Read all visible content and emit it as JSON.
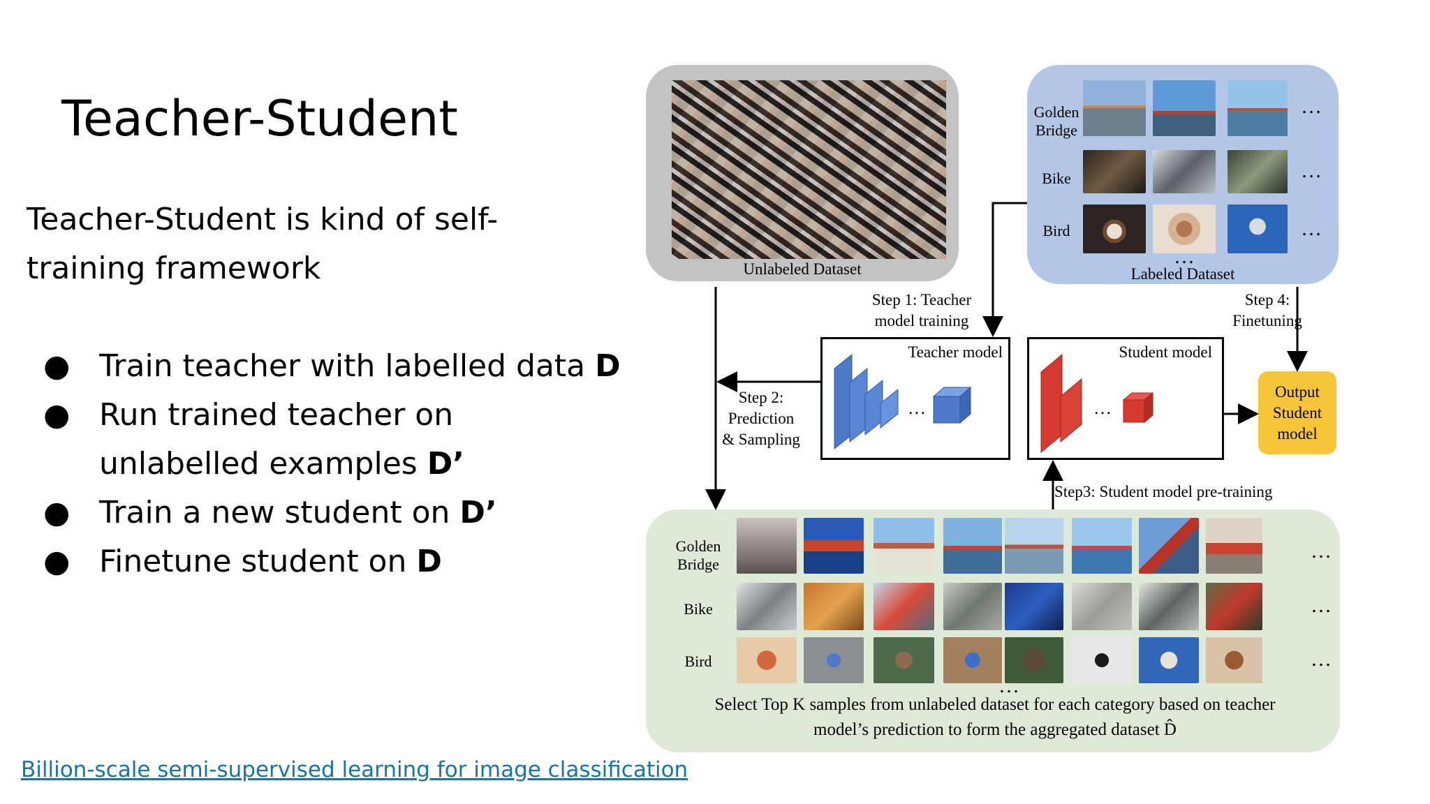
{
  "slide": {
    "title": "Teacher-Student",
    "intro": "Teacher-Student is kind of self-training framework",
    "bullets": [
      {
        "text": "Train teacher with labelled data ",
        "bold": "D"
      },
      {
        "text": "Run trained teacher on unlabelled examples ",
        "bold": "D’"
      },
      {
        "text": "Train a new student on ",
        "bold": "D’"
      },
      {
        "text": "Finetune student on ",
        "bold": "D"
      }
    ],
    "bullet_glyph": "●",
    "reference_link": "Billion-scale semi-supervised learning for image classification"
  },
  "diagram": {
    "unlabeled_caption": "Unlabeled Dataset",
    "labeled_caption": "Labeled Dataset",
    "labeled_rows": [
      {
        "label_line1": "Golden",
        "label_line2": "Bridge",
        "category": "golden-bridge"
      },
      {
        "label_line1": "Bike",
        "label_line2": "",
        "category": "bike"
      },
      {
        "label_line1": "Bird",
        "label_line2": "",
        "category": "bird"
      }
    ],
    "ellipsis": "…",
    "vertical_ellipsis": "…",
    "step1": {
      "line1": "Step 1: Teacher",
      "line2": "model training"
    },
    "step2": {
      "line1": "Step 2:",
      "line2": "Prediction",
      "line3": "& Sampling"
    },
    "step3": "Step3: Student model pre-training",
    "step4": {
      "line1": "Step 4:",
      "line2": "Finetuning"
    },
    "teacher_label": "Teacher model",
    "student_label": "Student model",
    "output": {
      "line1": "Output",
      "line2": "Student",
      "line3": "model"
    },
    "footnote_line1": "Select Top K samples from unlabeled dataset for each category based on teacher",
    "footnote_line2": "model’s prediction to form the aggregated dataset D̂",
    "colors": {
      "unlabeled_panel": "#c3c3c3",
      "labeled_panel": "#b4c6e6",
      "aggregated_panel": "#dfe9d8",
      "teacher_blocks": "#4f79c9",
      "student_blocks": "#d63a2f",
      "output_box": "#f6c53a",
      "link": "#1a73a8"
    }
  }
}
